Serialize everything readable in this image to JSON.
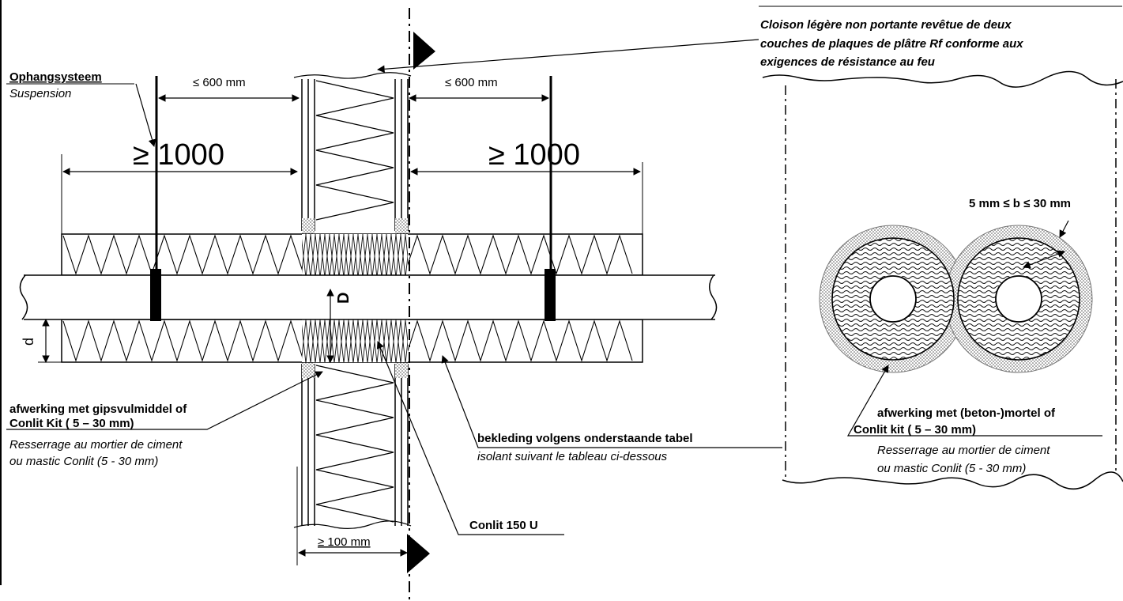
{
  "left": {
    "suspension_nl": "Ophangsysteem",
    "suspension_fr": "Suspension",
    "spacing_left": "≤ 600 mm",
    "spacing_right": "≤ 600 mm",
    "length_left": "≥ 1000",
    "length_right": "≥ 1000",
    "pipe_diameter": "D",
    "insulation_thickness": "d",
    "finishing_nl_1": "afwerking met gipsvulmiddel of",
    "finishing_nl_2": "Conlit Kit ( 5 – 30 mm)",
    "finishing_fr_1": "Resserrage au mortier de ciment",
    "finishing_fr_2": "ou mastic Conlit (5 - 30 mm)",
    "cladding_nl": "bekleding volgens onderstaande tabel",
    "cladding_fr": "isolant suivant le tableau ci-dessous",
    "conlit": "Conlit 150 U",
    "wall_thickness": "≥ 100 mm"
  },
  "right": {
    "wall_fr_1": "Cloison légère non portante revêtue de deux",
    "wall_fr_2": "couches de plaques de plâtre Rf  conforme aux",
    "wall_fr_3": "exigences de résistance au feu",
    "gap": "5 mm ≤ b ≤ 30 mm",
    "finishing_nl_1": "afwerking met (beton-)mortel of",
    "finishing_nl_2": "Conlit kit ( 5 – 30 mm)",
    "finishing_fr_1": "Resserrage au mortier de ciment",
    "finishing_fr_2": "ou mastic Conlit (5 - 30 mm)"
  }
}
